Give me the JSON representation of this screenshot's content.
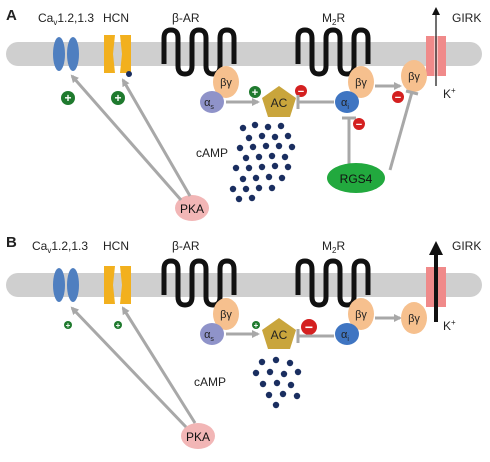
{
  "colors": {
    "membrane": "#cfcfcf",
    "cav": "#4f7fc0",
    "hcn": "#f2b01e",
    "receptor": "#111111",
    "alpha": "#8f93c9",
    "alpha_i": "#3f75c2",
    "betagamma": "#f6c08e",
    "ac": "#c9a53c",
    "girk": "#f08a8a",
    "pka": "#f2b6b6",
    "rgs4": "#22a93e",
    "plus": "#1f7a2e",
    "minus": "#d42020",
    "arrow": "#a8a8a8",
    "camp": "#1a2e60"
  },
  "panels": [
    {
      "letter": "A",
      "cav_label": "Ca",
      "cav_sub": "v",
      "cav_rest": "1.2,1.3",
      "hcn_label": "HCN",
      "bar_label": "β-AR",
      "m2r_label": "M",
      "m2r_sub": "2",
      "m2r_rest": "R",
      "girk_label": "GIRK",
      "alpha_s": "α",
      "alpha_s_sub": "s",
      "alpha_i": "α",
      "alpha_i_sub": "i",
      "bg": "βγ",
      "ac": "AC",
      "camp": "cAMP",
      "pka": "PKA",
      "rgs": "RGS4",
      "k": "K",
      "k_sup": "+",
      "plus": "+",
      "minus": "−"
    },
    {
      "letter": "B",
      "cav_label": "Ca",
      "cav_sub": "v",
      "cav_rest": "1.2,1.3",
      "hcn_label": "HCN",
      "bar_label": "β-AR",
      "m2r_label": "M",
      "m2r_sub": "2",
      "m2r_rest": "R",
      "girk_label": "GIRK",
      "alpha_s": "α",
      "alpha_s_sub": "s",
      "alpha_i": "α",
      "alpha_i_sub": "i",
      "bg": "βγ",
      "ac": "AC",
      "camp": "cAMP",
      "pka": "PKA",
      "k": "K",
      "k_sup": "+",
      "plus": "+",
      "minus": "−"
    }
  ]
}
